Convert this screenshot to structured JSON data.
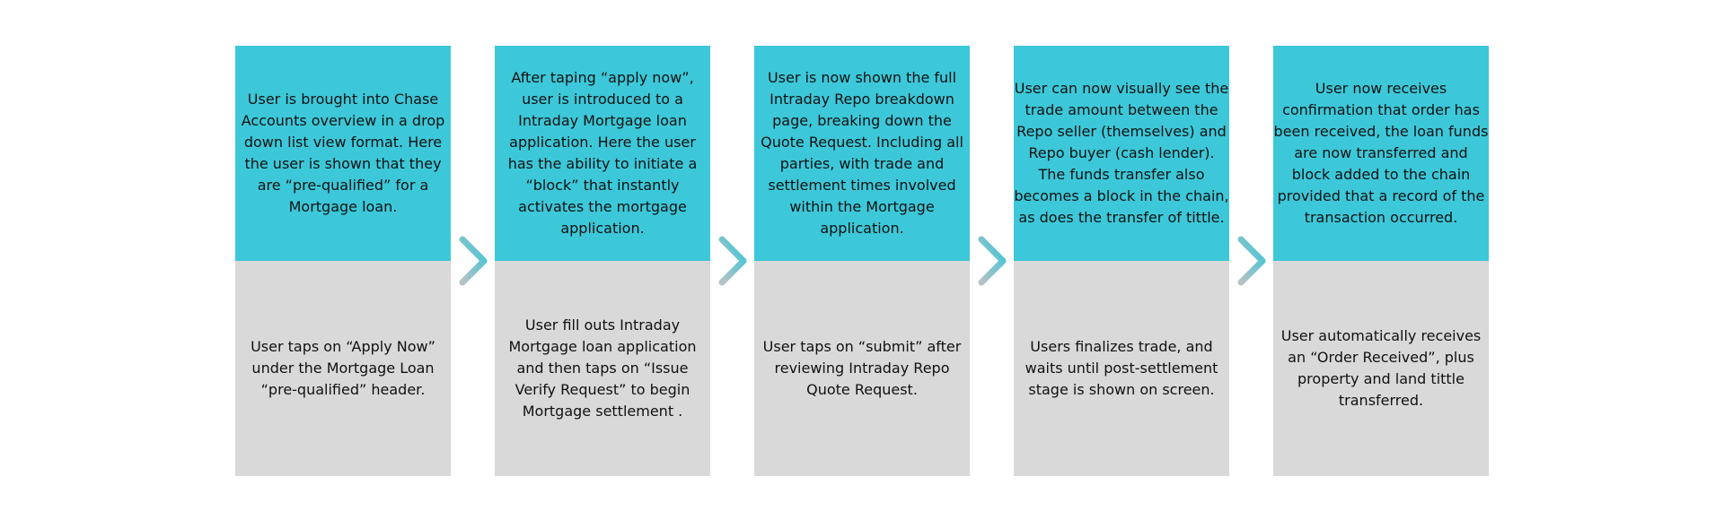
{
  "steps": [
    {
      "top": "User is brought into Chase Accounts overview in a drop down list view format. Here the user is shown that they are “pre-qualified” for a Mortgage loan.",
      "bottom": "User taps on “Apply Now” under the Mortgage Loan “pre-qualified” header."
    },
    {
      "top": "After taping “apply now”, user is introduced to a Intraday Mortgage loan application. Here the user has the ability to initiate a “block” that instantly activates  the mortgage application.",
      "bottom": "User fill outs Intraday Mortgage loan application and then taps on “Issue Verify Request” to begin Mortgage settlement ."
    },
    {
      "top": "User is now shown the full Intraday Repo breakdown page, breaking down the Quote Request. Including all parties, with trade and settlement times involved within the Mortgage application.",
      "bottom": "User taps on “submit” after reviewing Intraday Repo Quote Request."
    },
    {
      "top": "User can now visually see the trade amount between the Repo seller (themselves) and Repo buyer (cash lender). The funds transfer also becomes a block in the chain, as does the transfer of tittle.",
      "bottom": "Users finalizes trade, and waits until post-settlement stage is shown on screen."
    },
    {
      "top": "User now receives confirmation that order has been received, the loan funds are now transferred and block added to the chain provided that a record of the transaction occurred.",
      "bottom": "User automatically receives an “Order Received”, plus property and land tittle transferred."
    }
  ],
  "colors": {
    "top_panel": "#3cc8d9",
    "bottom_panel": "#d9d9d9",
    "arrow_start": "#b7c2c4",
    "arrow_end": "#39c6d6"
  },
  "connector_icon": "chevron-right-icon"
}
